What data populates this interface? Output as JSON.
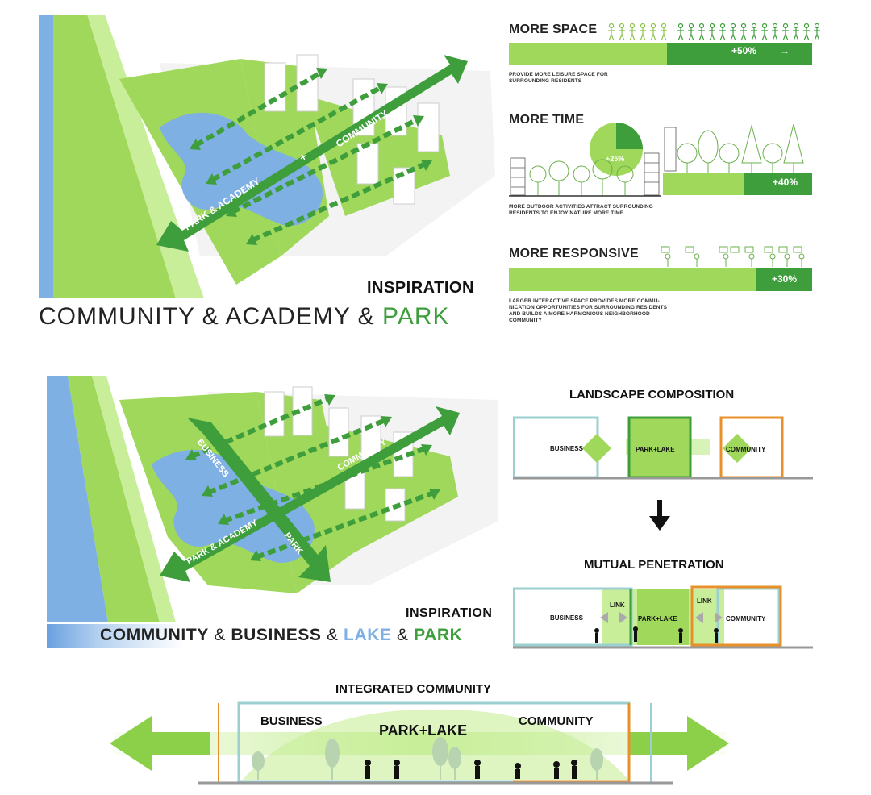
{
  "map1": {
    "arrow_main": "PARK & ACADEMY",
    "arrow_plus": "+",
    "arrow_comm": "COMMUNITY",
    "inspiration": "INSPIRATION",
    "caption_part1": "COMMUNITY",
    "caption_amp1": "&",
    "caption_part2": "ACADEMY",
    "caption_amp2": "&",
    "caption_part3": "PARK"
  },
  "more_space": {
    "title": "MORE SPACE",
    "badge": "+50%",
    "percent_value": 50,
    "desc": [
      "PROVIDE MORE LEISURE SPACE FOR",
      "SURROUNDING RESIDENTS"
    ]
  },
  "more_time": {
    "title": "MORE TIME",
    "pie_label": "+25%",
    "pie_value": 25,
    "badge": "+40%",
    "percent_value": 40,
    "desc": [
      "MORE OUTDOOR ACTIVITIES ATTRACT SURROUNDING",
      "RESIDENTS TO ENJOY NATURE MORE TIME"
    ]
  },
  "more_responsive": {
    "title": "MORE RESPONSIVE",
    "badge": "+30%",
    "percent_value": 30,
    "desc": [
      "LARGER INTERACTIVE SPACE PROVIDES MORE COMMU-",
      "NICATION OPPORTUNITIES FOR SURROUNDING RESIDENTS",
      "AND BUILDS A MORE HARMONIOUS NEIGHBORHOOD",
      "COMMUNITY"
    ]
  },
  "map2": {
    "arrow_business": "BUSINESS",
    "arrow_comm": "COMMUNITY",
    "arrow_academy": "PARK & ACADEMY",
    "arrow_park": "PARK",
    "inspiration": "INSPIRATION",
    "caption_part1": "COMMUNITY",
    "caption_amp1": "&",
    "caption_part2": "BUSINESS",
    "caption_amp2": "&",
    "caption_part3": "LAKE",
    "caption_amp3": "&",
    "caption_part4": "PARK"
  },
  "composition": {
    "title": "LANDSCAPE COMPOSITION",
    "business": "BUSINESS",
    "park_lake": "PARK+LAKE",
    "community": "COMMUNITY"
  },
  "penetration": {
    "title": "MUTUAL PENETRATION",
    "business": "BUSINESS",
    "link_left": "LINK",
    "park_lake": "PARK+LAKE",
    "link_right": "LINK",
    "community": "COMMUNITY"
  },
  "integrated": {
    "title": "INTEGRATED COMMUNITY",
    "business": "BUSINESS",
    "park_lake": "PARK+LAKE",
    "community": "COMMUNITY"
  },
  "colors": {
    "green_light": "#9fd85a",
    "green_dark": "#3e9e3c",
    "blue": "#7fb0e4",
    "orange": "#e8912a",
    "teal": "#9ccfd0"
  }
}
